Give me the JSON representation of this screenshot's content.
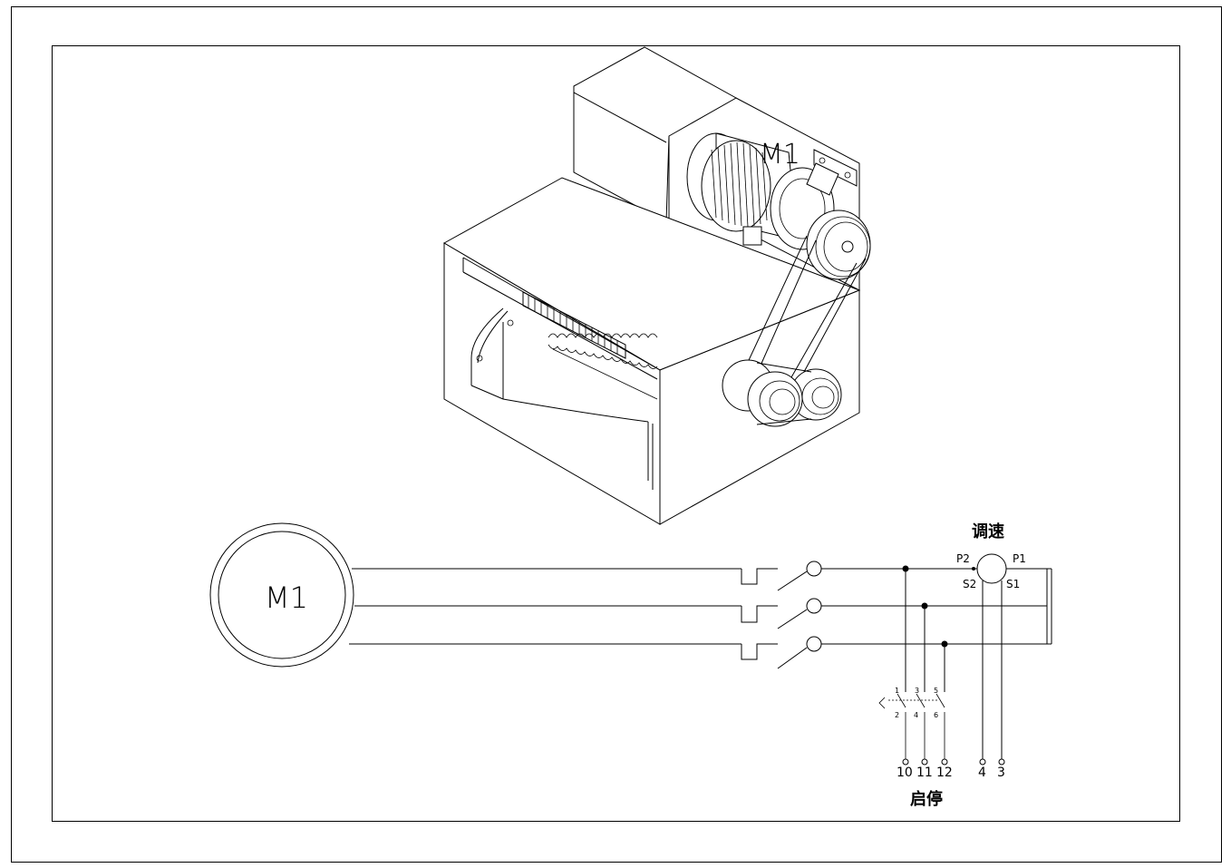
{
  "drawing": {
    "machine_motor_label": "M1",
    "schematic_motor_label": "M1",
    "speed_control_title": "调速",
    "start_stop_title": "启停",
    "pot_labels": {
      "p2": "P2",
      "p1": "P1",
      "s2": "S2",
      "s1": "S1"
    },
    "switch_contacts": {
      "c1": "1",
      "c2": "2",
      "c3": "3",
      "c4": "4",
      "c5": "5",
      "c6": "6"
    },
    "terminals": [
      "10",
      "11",
      "12",
      "4",
      "3"
    ]
  }
}
